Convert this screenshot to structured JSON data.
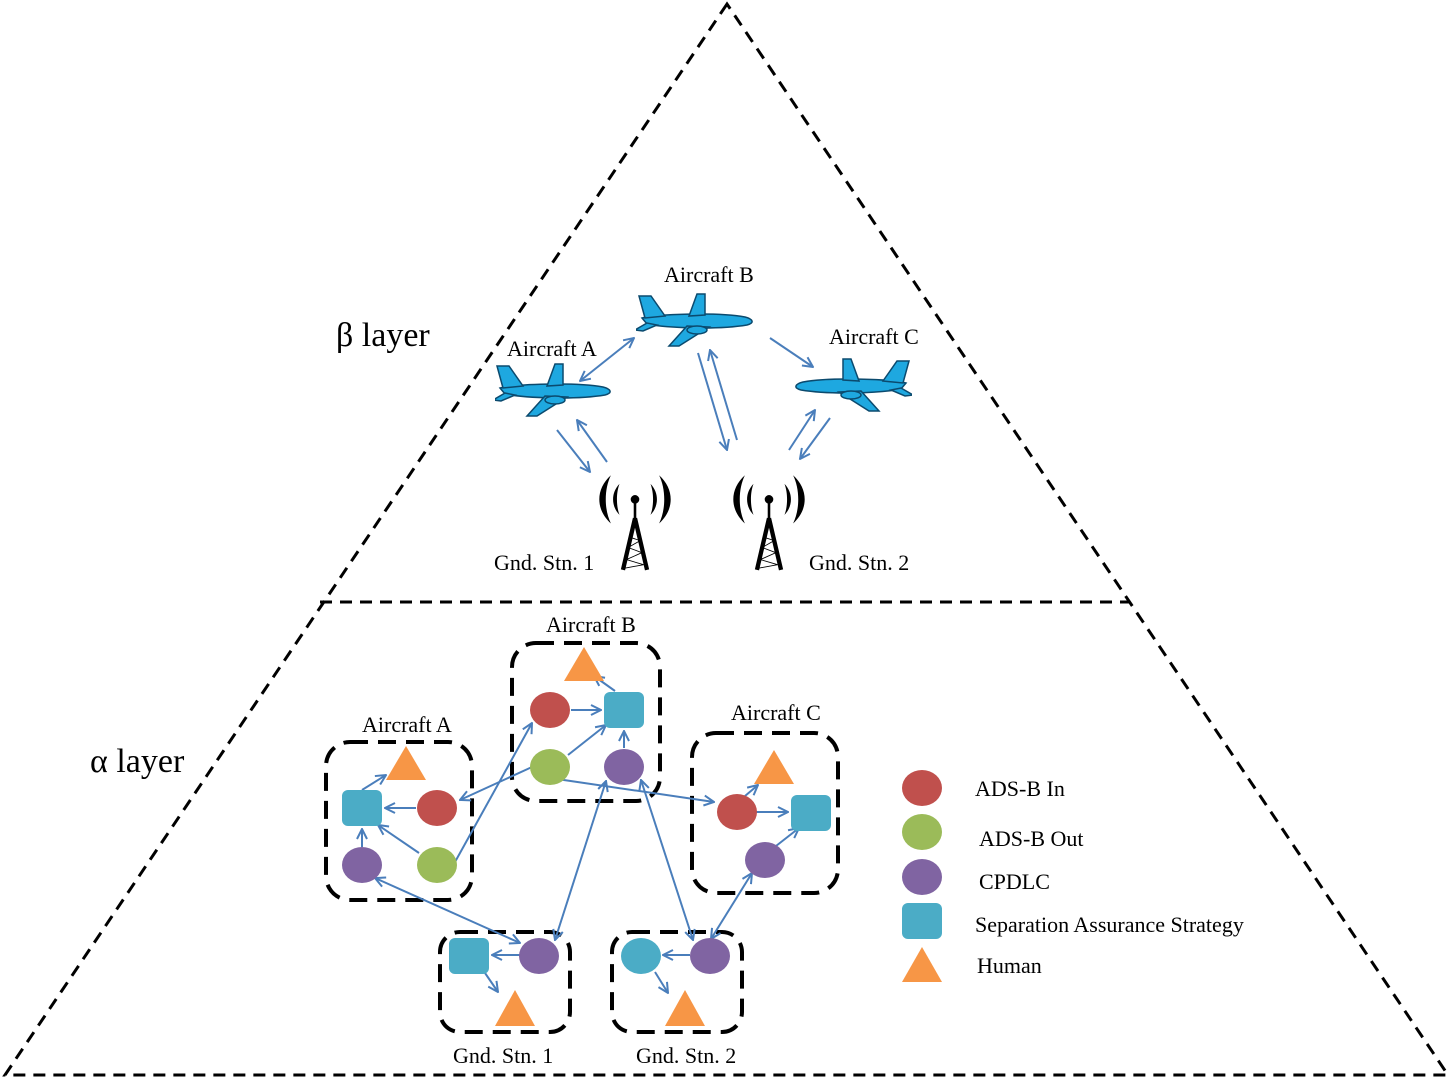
{
  "colors": {
    "ads_b_in": "#c0504d",
    "ads_b_out": "#9bbb59",
    "cpdlc": "#8064a2",
    "separation_assurance": "#4bacc6",
    "human": "#f79646",
    "link": "#4a7ebb",
    "aircraft": "#1ea8e0"
  },
  "beta_layer": {
    "title": "β layer",
    "aircraft": [
      {
        "id": "A",
        "label": "Aircraft A"
      },
      {
        "id": "B",
        "label": "Aircraft B"
      },
      {
        "id": "C",
        "label": "Aircraft C"
      }
    ],
    "ground_stations": [
      {
        "id": "1",
        "label": "Gnd. Stn. 1"
      },
      {
        "id": "2",
        "label": "Gnd. Stn. 2"
      }
    ]
  },
  "alpha_layer": {
    "title": "α layer",
    "groups": [
      {
        "id": "aircraft-a",
        "label": "Aircraft A"
      },
      {
        "id": "aircraft-b",
        "label": "Aircraft B"
      },
      {
        "id": "aircraft-c",
        "label": "Aircraft C"
      },
      {
        "id": "gnd-stn-1",
        "label": "Gnd. Stn. 1"
      },
      {
        "id": "gnd-stn-2",
        "label": "Gnd. Stn. 2"
      }
    ]
  },
  "legend": [
    {
      "key": "ads_b_in",
      "shape": "circle",
      "label": "ADS-B In"
    },
    {
      "key": "ads_b_out",
      "shape": "circle",
      "label": "ADS-B Out"
    },
    {
      "key": "cpdlc",
      "shape": "circle",
      "label": "CPDLC"
    },
    {
      "key": "separation_assurance",
      "shape": "square",
      "label": "Separation Assurance Strategy"
    },
    {
      "key": "human",
      "shape": "triangle",
      "label": "Human"
    }
  ]
}
